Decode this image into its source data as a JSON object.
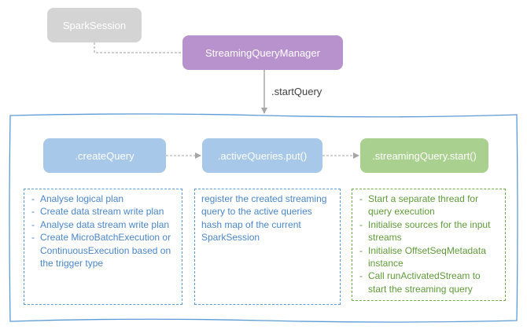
{
  "nodes": {
    "spark_session": "SparkSession",
    "streaming_query_manager": "StreamingQueryManager",
    "create_query": ".createQuery",
    "active_queries_put": ".activeQueries.put()",
    "streaming_query_start": ".streamingQuery.start()"
  },
  "edge_labels": {
    "start_query": ".startQuery"
  },
  "notes": {
    "create_query": [
      "Analyse logical plan",
      "Create data stream write plan",
      "Analyse data stream write plan",
      "Create MicroBatchExecution or ContinuousExecution based on the trigger type"
    ],
    "active_queries": "register the created streaming query to the active queries hash map of the current SparkSession",
    "streaming_query_start": [
      "Start a separate thread for query execution",
      "Initialise sources for the input streams",
      "Initialise OffsetSeqMetadata instance",
      "Call runActivatedStream to start the streaming query"
    ]
  },
  "colors": {
    "spark_session": "#d4d4d4",
    "manager": "#b892cc",
    "query_step": "#a7c8e8",
    "start_step": "#a9d08e",
    "outer_border": "#5b9bd5",
    "blue_note": "#5b9bd5",
    "green_note": "#70ad47"
  }
}
